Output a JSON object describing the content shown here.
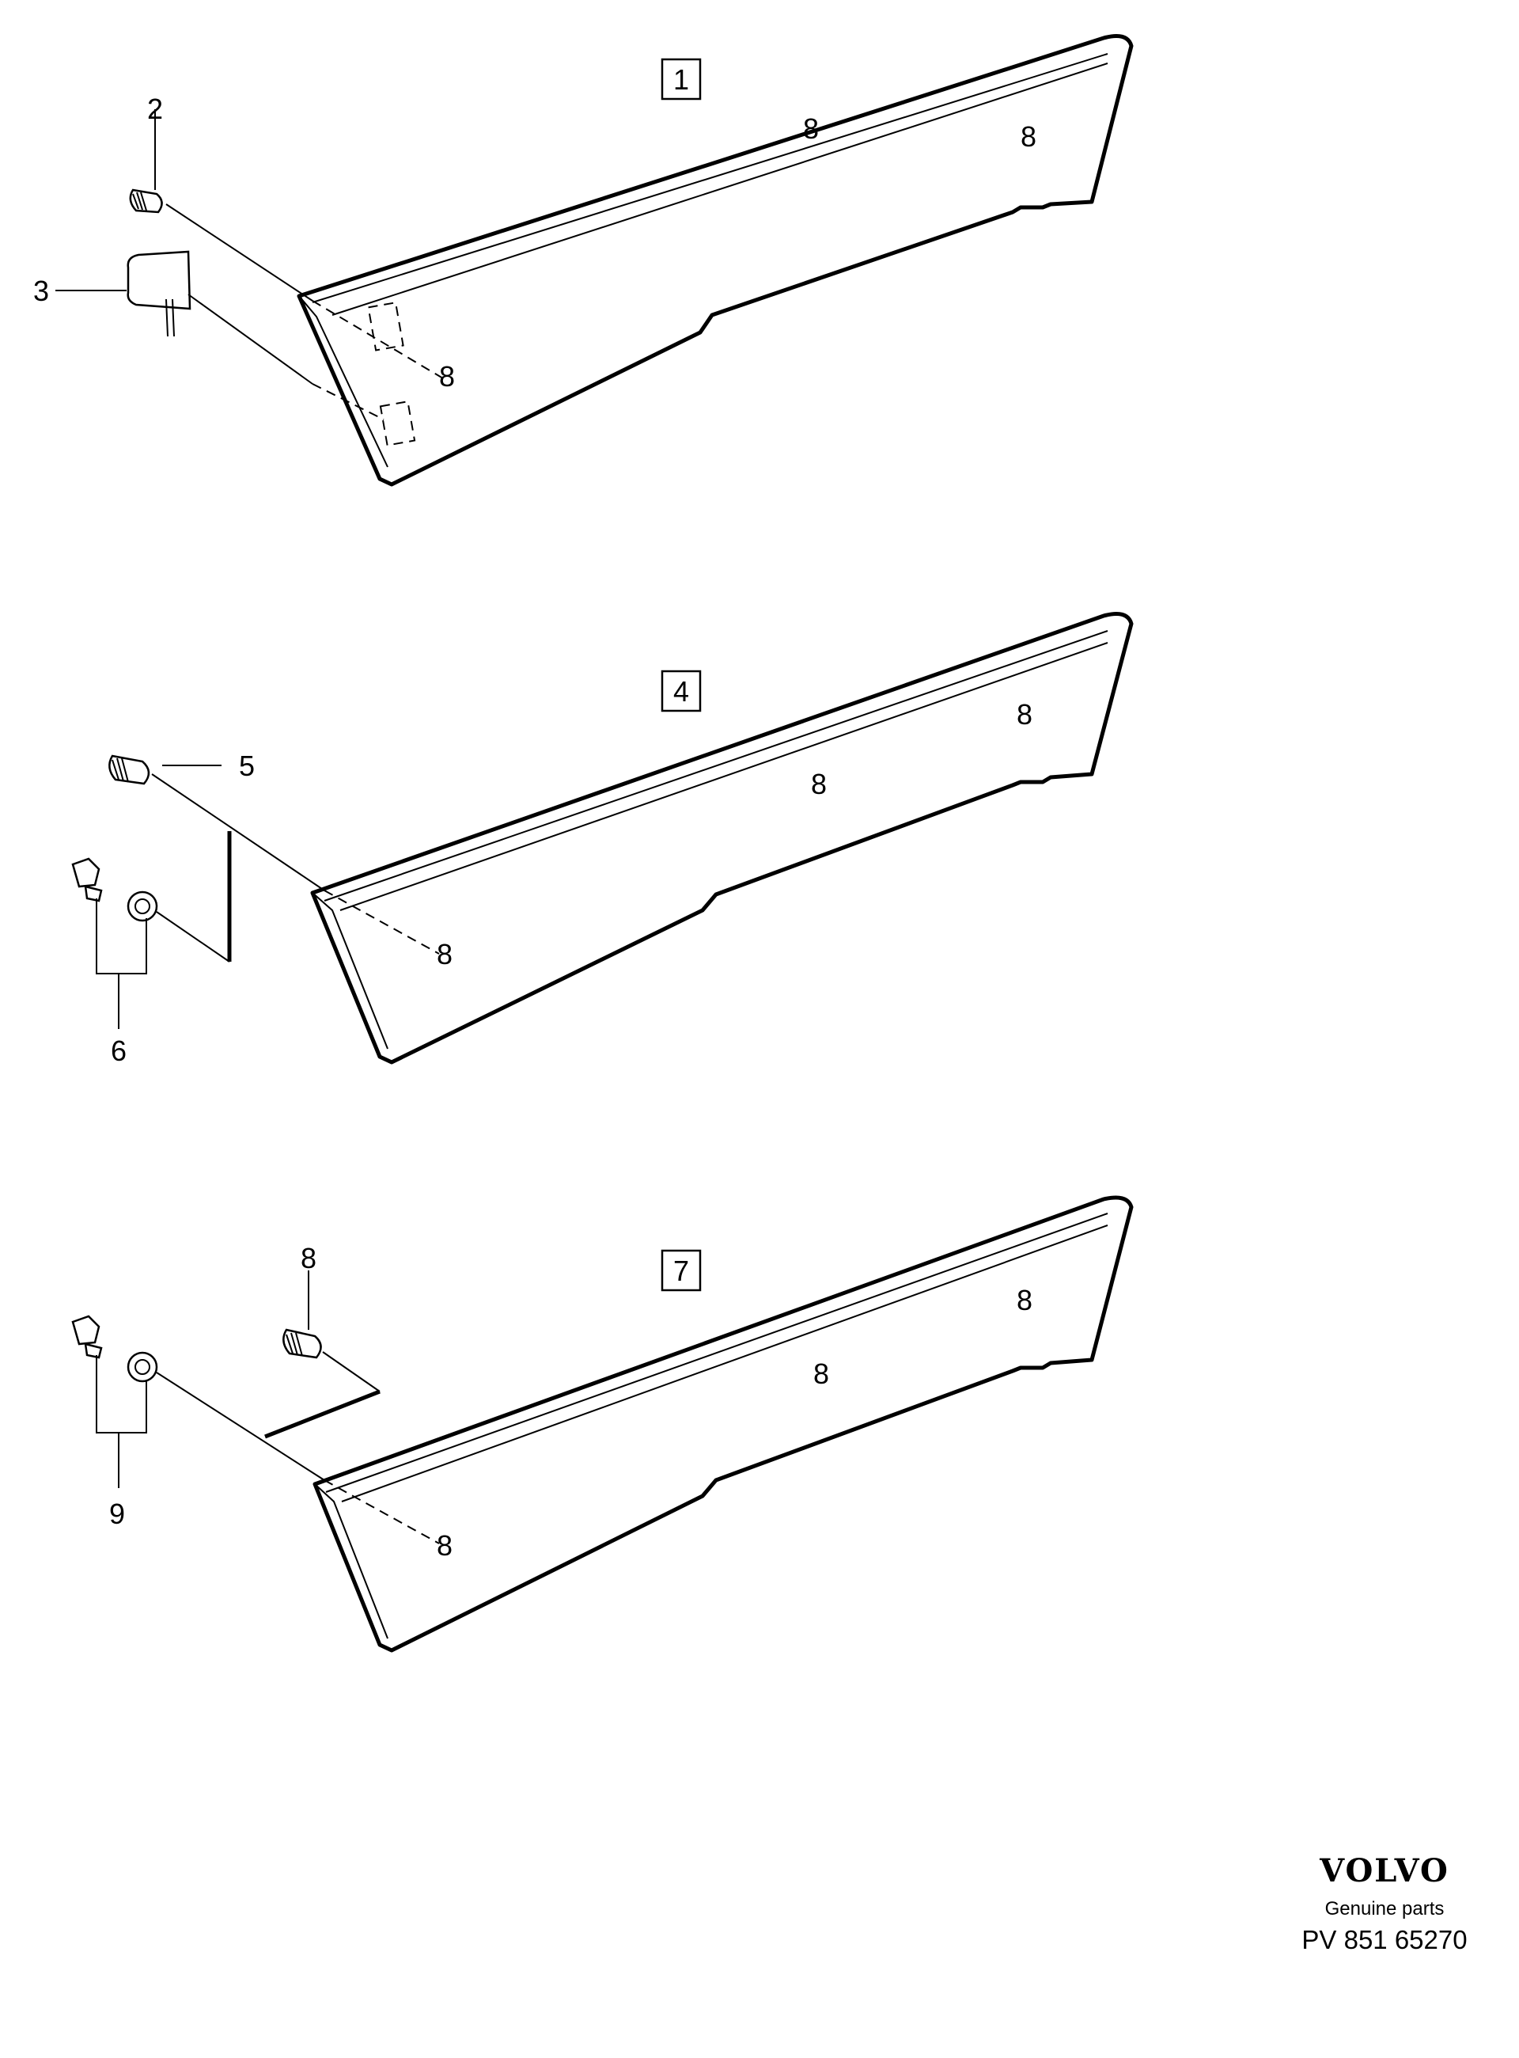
{
  "diagram": {
    "callouts": {
      "item1": "1",
      "item2": "2",
      "item3": "3",
      "item4": "4",
      "item5": "5",
      "item6": "6",
      "item7": "7",
      "item8": "8",
      "item9": "9"
    },
    "hole_glyph": "8"
  },
  "brand": {
    "logo": "VOLVO",
    "subtitle": "Genuine parts",
    "code": "PV 851 65270"
  }
}
